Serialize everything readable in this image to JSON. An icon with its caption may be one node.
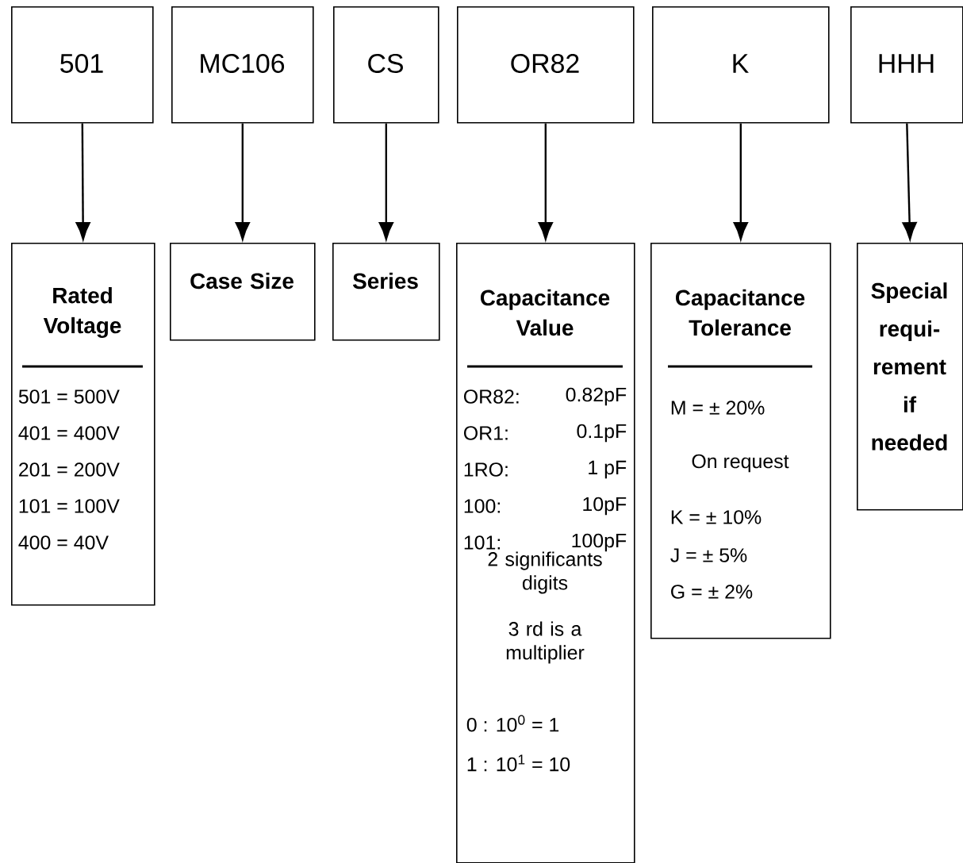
{
  "diagram": {
    "nodes": [
      {
        "text": [
          "501"
        ]
      },
      {
        "text": [
          "MC106"
        ]
      },
      {
        "text": [
          "CS"
        ]
      },
      {
        "text": [
          "OR82"
        ]
      },
      {
        "text": [
          "K"
        ]
      },
      {
        "text": [
          "HHH"
        ]
      },
      {
        "text": [
          "Rated Voltage",
          "501 = 500V",
          "401 = 400V",
          "201 = 200V",
          "101 = 100V",
          "400 = 40V"
        ]
      },
      {
        "text": [
          "Case Size"
        ]
      },
      {
        "text": [
          "Series"
        ]
      },
      {
        "text": [
          "Capacitance Value",
          "OR82:",
          "0.82pF",
          "OR1:",
          "0.1pF",
          "1RO:",
          "1 pF",
          "100:",
          "10pF",
          "101:",
          "100pF",
          "2 significants digits",
          "3 rd is a multiplier",
          "0 : 10$^{0}$ = 1",
          "1 : 10$^{1}$ = 10"
        ]
      },
      {
        "text": [
          "Capacitance Tolerance",
          "M = ± 20%",
          "On request",
          "K = ± 10%",
          "J = ± 5%",
          "G = ± 2%"
        ]
      },
      {
        "text": [
          "Special requi- rement if needed"
        ]
      }
    ],
    "edges": [
      {
        "from": 0,
        "to": 6,
        "arrow": "to"
      },
      {
        "from": 1,
        "to": 7,
        "arrow": "to"
      },
      {
        "from": 2,
        "to": 8,
        "arrow": "to"
      },
      {
        "from": 3,
        "to": 9,
        "arrow": "to"
      },
      {
        "from": 4,
        "to": 10,
        "arrow": "to"
      },
      {
        "from": 5,
        "to": 11,
        "arrow": "to"
      }
    ]
  }
}
